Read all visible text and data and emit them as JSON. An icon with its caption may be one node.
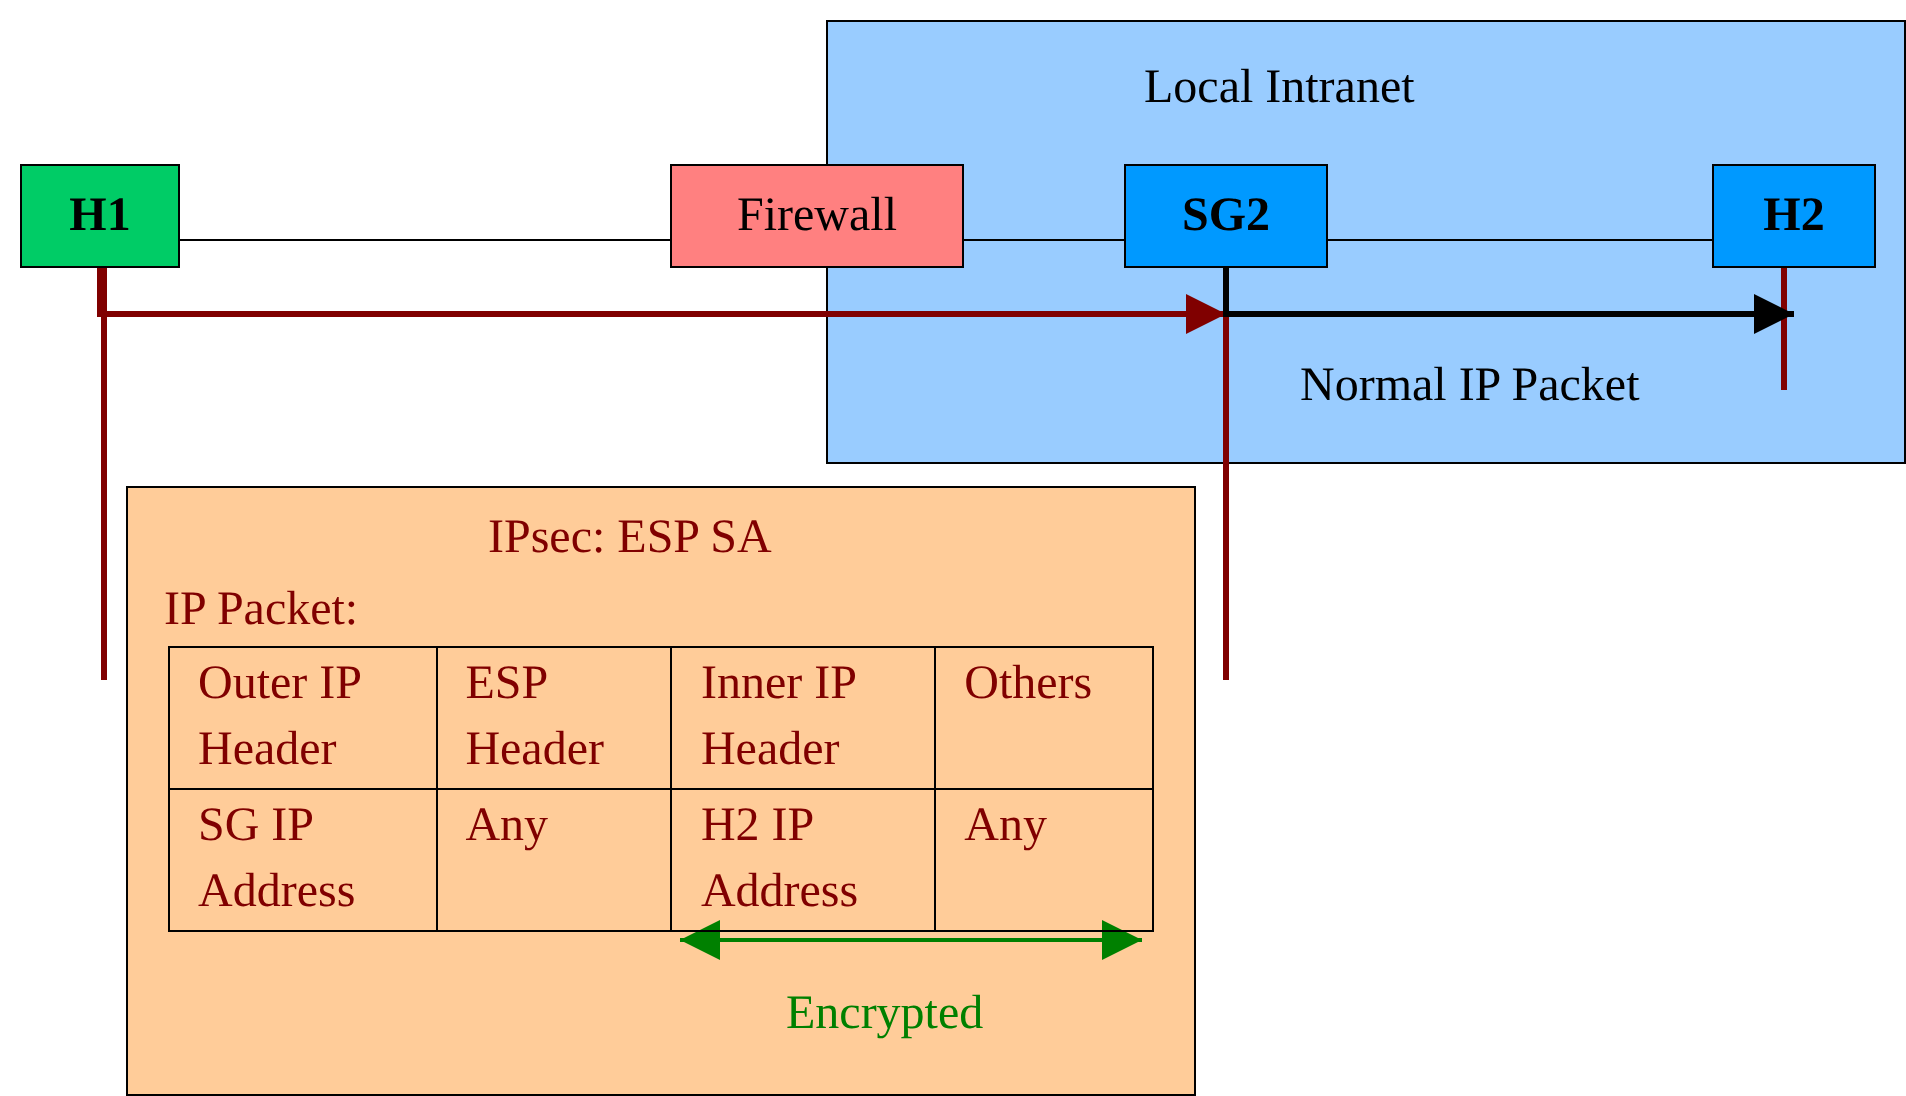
{
  "diagram": {
    "nodes": [
      {
        "text": [
          "Local Intranet"
        ]
      },
      {
        "text": [
          "H1"
        ]
      },
      {
        "text": [
          "Firewall"
        ]
      },
      {
        "text": [
          "SG2"
        ],
        "in": 0
      },
      {
        "text": [
          "H2"
        ],
        "in": 0
      },
      {
        "text": [
          "IPsec: ESP SA"
        ]
      }
    ],
    "edges": [
      {
        "from": 1,
        "to": 2,
        "arrow": "none"
      },
      {
        "from": 2,
        "to": 3,
        "arrow": "none"
      },
      {
        "from": 3,
        "to": 4,
        "arrow": "none"
      },
      {
        "from": 1,
        "to": 3,
        "arrow": "to",
        "style": "thick",
        "color": "#800000"
      },
      {
        "from": 3,
        "to": 4,
        "arrow": "to",
        "style": "thick",
        "label": "Normal IP Packet"
      }
    ],
    "labels": [
      "IP Packet:",
      "Outer IP Header",
      "ESP Header",
      "Inner IP Header",
      "Others",
      "SG IP Address",
      "Any",
      "H2 IP Address",
      "Any",
      "Encrypted"
    ]
  }
}
